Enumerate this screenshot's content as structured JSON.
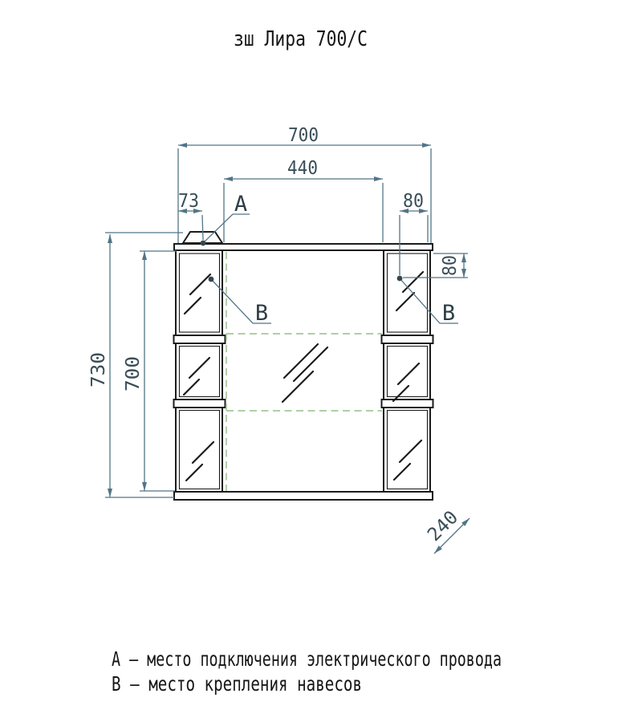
{
  "title": "зш Лира 700/С",
  "drawing": {
    "dimensions": {
      "width_overall": "700",
      "width_center_opening": "440",
      "left_inset_to_point_a": "73",
      "right_inset_to_point_b": "80",
      "point_b_drop_from_top": "80",
      "height_overall": "730",
      "height_body": "700",
      "depth": "240"
    },
    "labels": {
      "point_a": "А",
      "point_b_left": "В",
      "point_b_right": "В"
    }
  },
  "legend": {
    "item_a": "А – место подключения электрического провода",
    "item_b": "В – место крепления навесов"
  },
  "colors": {
    "outline": "#1c1c1c",
    "dimension_line": "#527586",
    "dimension_text": "#3a4e58",
    "hidden_dashed": "#a5c89b",
    "background": "#ffffff"
  }
}
